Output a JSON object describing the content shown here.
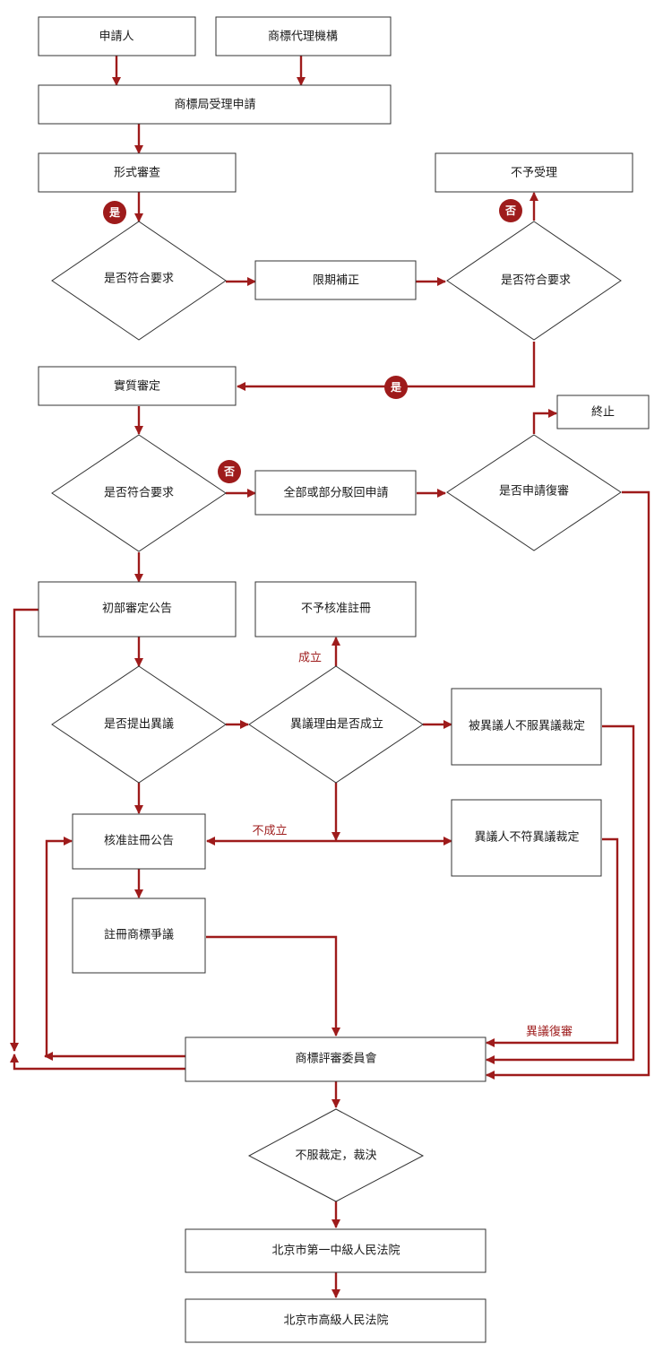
{
  "colors": {
    "accent": "#9e1b1b",
    "border": "#333333",
    "text": "#1a1a1a"
  },
  "nodes": {
    "applicant": "申請人",
    "agency": "商標代理機構",
    "office_accept": "商標局受理申請",
    "formal_exam": "形式審查",
    "check_req_1": "是否符合要求",
    "correction": "限期補正",
    "check_req_2": "是否符合要求",
    "not_accepted": "不予受理",
    "substantive_exam": "實質審定",
    "check_req_3": "是否符合要求",
    "reject": "全部或部分駁回申請",
    "apply_review": "是否申請復審",
    "terminate": "終止",
    "prelim_pub": "初部審定公告",
    "not_approved": "不予核准註冊",
    "opposition_q": "是否提出異議",
    "opposition_valid": "異議理由是否成立",
    "opposed_disagree": "被異議人不服異議裁定",
    "approved_pub": "核准註冊公告",
    "opposer_disagree": "異議人不符異議裁定",
    "dispute": "註冊商標爭議",
    "tribunal": "商標評審委員會",
    "disagree_ruling": "不服裁定，裁決",
    "court1": "北京市第一中級人民法院",
    "court2": "北京市高級人民法院"
  },
  "labels": {
    "yes_1": "是",
    "no_1": "否",
    "yes_2": "是",
    "no_2": "否",
    "established": "成立",
    "not_established": "不成立",
    "opposition_review": "異議復審"
  }
}
